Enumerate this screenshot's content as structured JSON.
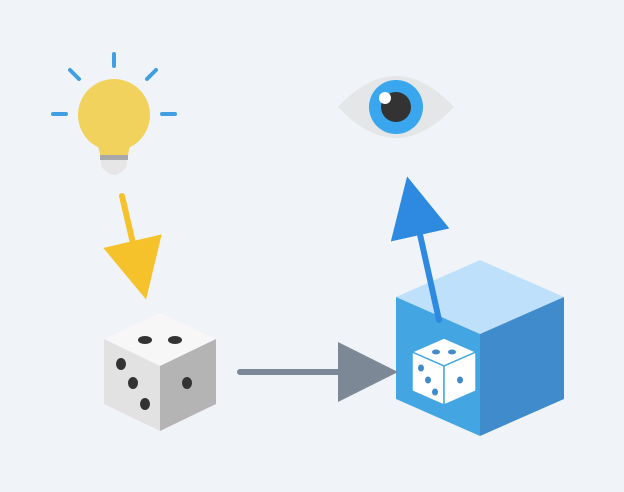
{
  "diagram": {
    "nodes": [
      {
        "id": "idea",
        "icon": "lightbulb-icon"
      },
      {
        "id": "die",
        "icon": "die-icon"
      },
      {
        "id": "box",
        "icon": "blue-cube-with-die-icon"
      },
      {
        "id": "observer",
        "icon": "eye-icon"
      }
    ],
    "edges": [
      {
        "from": "idea",
        "to": "die",
        "color": "#f5c22c"
      },
      {
        "from": "die",
        "to": "box",
        "color": "#7d8896"
      },
      {
        "from": "box",
        "to": "observer",
        "color": "#2d8ae0"
      }
    ]
  },
  "colors": {
    "background": "#f0f4f8",
    "bulb": "#f0d25c",
    "bulb_rays": "#3f9fe0",
    "cube_top": "#bfe0fb",
    "cube_left": "#43a5e2",
    "cube_right": "#3f8bcb",
    "iris": "#3aa6ee"
  }
}
